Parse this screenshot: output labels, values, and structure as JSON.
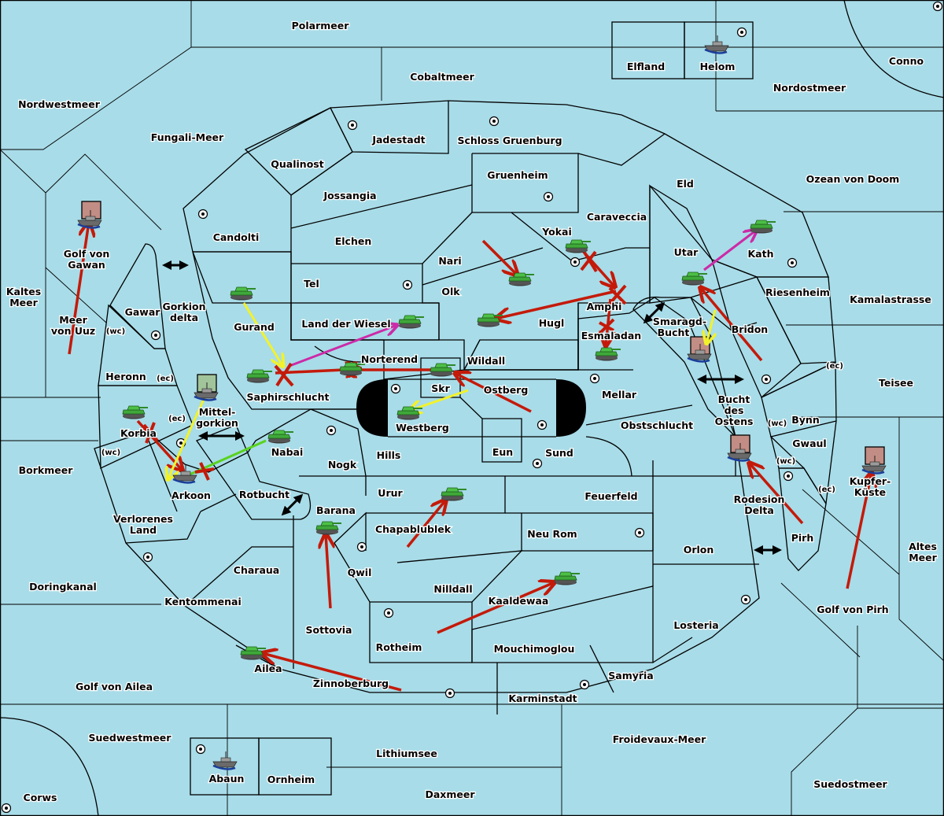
{
  "colors": {
    "sea": "#a8dce8",
    "green_power": "#a2c49a",
    "red_power": "#c28d84",
    "neutral": "#e1c69e",
    "gray_power": "#8c8c8c",
    "move_order": "#c41a0a",
    "support_order": "#f2f22a",
    "convoy_order": "#cc2aa8",
    "support_green": "#5ad21e"
  },
  "seas": [
    {
      "name": "Polarmeer"
    },
    {
      "name": "Cobaltmeer"
    },
    {
      "name": "Nordwestmeer"
    },
    {
      "name": "Fungali-Meer"
    },
    {
      "name": "Nordostmeer"
    },
    {
      "name": "Ozean von Doom"
    },
    {
      "name": "Kamalastrasse"
    },
    {
      "name": "Teisee"
    },
    {
      "name": "Golf von Gawan"
    },
    {
      "name": "Kaltes Meer"
    },
    {
      "name": "Meer von Uuz"
    },
    {
      "name": "Gorkion delta"
    },
    {
      "name": "Mittel-gorkion"
    },
    {
      "name": "Borkmeer"
    },
    {
      "name": "Rotbucht"
    },
    {
      "name": "Doringkanal"
    },
    {
      "name": "Golf von Ailea"
    },
    {
      "name": "Suedwestmeer"
    },
    {
      "name": "Lithiumsee"
    },
    {
      "name": "Daxmeer"
    },
    {
      "name": "Froidevaux-Meer"
    },
    {
      "name": "Suedostmeer"
    },
    {
      "name": "Golf von Pirh"
    },
    {
      "name": "Altes Meer"
    },
    {
      "name": "Kupfer-Küste"
    },
    {
      "name": "Rodesion Delta"
    },
    {
      "name": "Bucht des Ostens"
    },
    {
      "name": "Smaragd-Bucht"
    }
  ],
  "labels": {
    "polarmeer": "Polarmeer",
    "cobaltmeer": "Cobaltmeer",
    "nordwestmeer": "Nordwestmeer",
    "fungali": "Fungali-Meer",
    "nordostmeer": "Nordostmeer",
    "ozean": "Ozean von Doom",
    "kamala": "Kamalastrasse",
    "teisee": "Teisee",
    "gawan1": "Golf von",
    "gawan2": "Gawan",
    "kaltes1": "Kaltes",
    "kaltes2": "Meer",
    "uuz1": "Meer",
    "uuz2": "von Uuz",
    "gorkion1": "Gorkion",
    "gorkion2": "delta",
    "mittel1": "Mittel-",
    "mittel2": "gorkion",
    "borkmeer": "Borkmeer",
    "rotbucht": "Rotbucht",
    "doringkanal": "Doringkanal",
    "ailea_golf": "Golf von Ailea",
    "suedwest": "Suedwestmeer",
    "lithium": "Lithiumsee",
    "daxmeer": "Daxmeer",
    "froidevaux": "Froidevaux-Meer",
    "suedost": "Suedostmeer",
    "pirh_golf": "Golf von Pirh",
    "altes1": "Altes",
    "altes2": "Meer",
    "kupfer1": "Kupfer-",
    "kupfer2": "Küste",
    "rodesion1": "Rodesion",
    "rodesion2": "Delta",
    "bucht1": "Bucht",
    "bucht2": "des",
    "bucht3": "Ostens",
    "smaragd1": "Smaragd-",
    "smaragd2": "Bucht",
    "elfland": "Elfland",
    "helom": "Helom",
    "conno": "Conno",
    "corws": "Corws",
    "abaun": "Abaun",
    "ornheim": "Ornheim",
    "qualinost": "Qualinost",
    "jadestadt": "Jadestadt",
    "schloss": "Schloss Gruenburg",
    "gruenheim": "Gruenheim",
    "jossangia": "Jossangia",
    "elchen": "Elchen",
    "candolti": "Candolti",
    "eld": "Eld",
    "caraveccia": "Caraveccia",
    "yokai": "Yokai",
    "nari": "Nari",
    "olk": "Olk",
    "tel": "Tel",
    "gurand": "Gurand",
    "wiesel": "Land der Wiesel",
    "hugl": "Hugl",
    "amphi": "Amphi",
    "utar": "Utar",
    "kath": "Kath",
    "riesenheim": "Riesenheim",
    "bridon": "Bridon",
    "esmaladan": "Esmaladan",
    "gawar": "Gawar",
    "heronn": "Heronn",
    "korbia": "Korbia",
    "saphir": "Saphirschlucht",
    "norterend": "Norterend",
    "wildall": "Wildall",
    "skr": "Skr",
    "ostberg": "Ostberg",
    "westberg": "Westberg",
    "mellar": "Mellar",
    "obst": "Obstschlucht",
    "nabai": "Nabai",
    "arkoon": "Arkoon",
    "verlorenes1": "Verlorenes",
    "verlorenes2": "Land",
    "nogk": "Nogk",
    "hills": "Hills",
    "eun": "Eun",
    "sund": "Sund",
    "bynn": "Bynn",
    "gwaul": "Gwaul",
    "pirh": "Pirh",
    "urur": "Urur",
    "feuerfeld": "Feuerfeld",
    "barana": "Barana",
    "chapa": "Chapablublek",
    "neurom": "Neu Rom",
    "orlon": "Orlon",
    "charaua": "Charaua",
    "qwil": "Qwil",
    "nilldall": "Nilldall",
    "kaaldewaa": "Kaaldewaa",
    "kentommenai": "Kentommenai",
    "sottovia": "Sottovia",
    "rotheim": "Rotheim",
    "losteria": "Losteria",
    "mouchi": "Mouchimoglou",
    "ailea": "Ailea",
    "samyria": "Samyria",
    "zinnoberburg": "Zinnoberburg",
    "karminstadt": "Karminstadt",
    "wc": "(wc)",
    "ec": "(ec)"
  },
  "units": {
    "armies": [
      "Gurand",
      "Saphirschlucht",
      "Norterend",
      "Land der Wiesel",
      "Skr",
      "Westberg",
      "Nabai",
      "Korbia",
      "Nari",
      "Yokai",
      "Hugl",
      "Esmaladan",
      "Utar",
      "Kath",
      "Urur",
      "Barana",
      "Kaaldewaa",
      "Ailea"
    ],
    "fleets": [
      "Helom",
      "Abaun",
      "Golf von Gawan",
      "Mittel-gorkion",
      "Arkoon",
      "Smaragd-Bucht",
      "Bucht des Ostens",
      "Kupfer-Küste"
    ]
  }
}
